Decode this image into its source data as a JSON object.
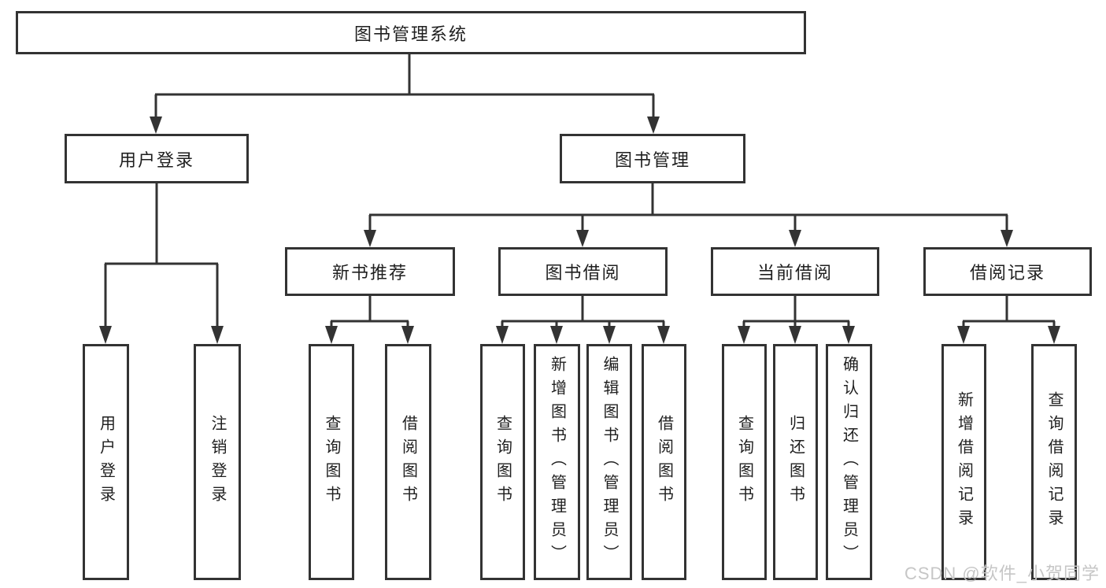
{
  "diagram": {
    "root": {
      "label": "图书管理系统"
    },
    "branches": [
      {
        "label": "用户登录",
        "children": [
          {
            "label": "用户登录"
          },
          {
            "label": "注销登录"
          }
        ]
      },
      {
        "label": "图书管理",
        "children": [
          {
            "label": "新书推荐",
            "children": [
              {
                "label": "查询图书"
              },
              {
                "label": "借阅图书"
              }
            ]
          },
          {
            "label": "图书借阅",
            "children": [
              {
                "label": "查询图书"
              },
              {
                "label": "新增图书（管理员）"
              },
              {
                "label": "编辑图书（管理员）"
              },
              {
                "label": "借阅图书"
              }
            ]
          },
          {
            "label": "当前借阅",
            "children": [
              {
                "label": "查询图书"
              },
              {
                "label": "归还图书"
              },
              {
                "label": "确认归还（管理员）"
              }
            ]
          },
          {
            "label": "借阅记录",
            "children": [
              {
                "label": "新增借阅记录"
              },
              {
                "label": "查询借阅记录"
              }
            ]
          }
        ]
      }
    ]
  },
  "watermark": {
    "text": "CSDN @软件_小贺同学"
  },
  "colors": {
    "line": "#333333",
    "box_border": "#333333",
    "box_background": "#ffffff",
    "text": "#1f1f1f",
    "watermark": "#c6c6c6"
  }
}
